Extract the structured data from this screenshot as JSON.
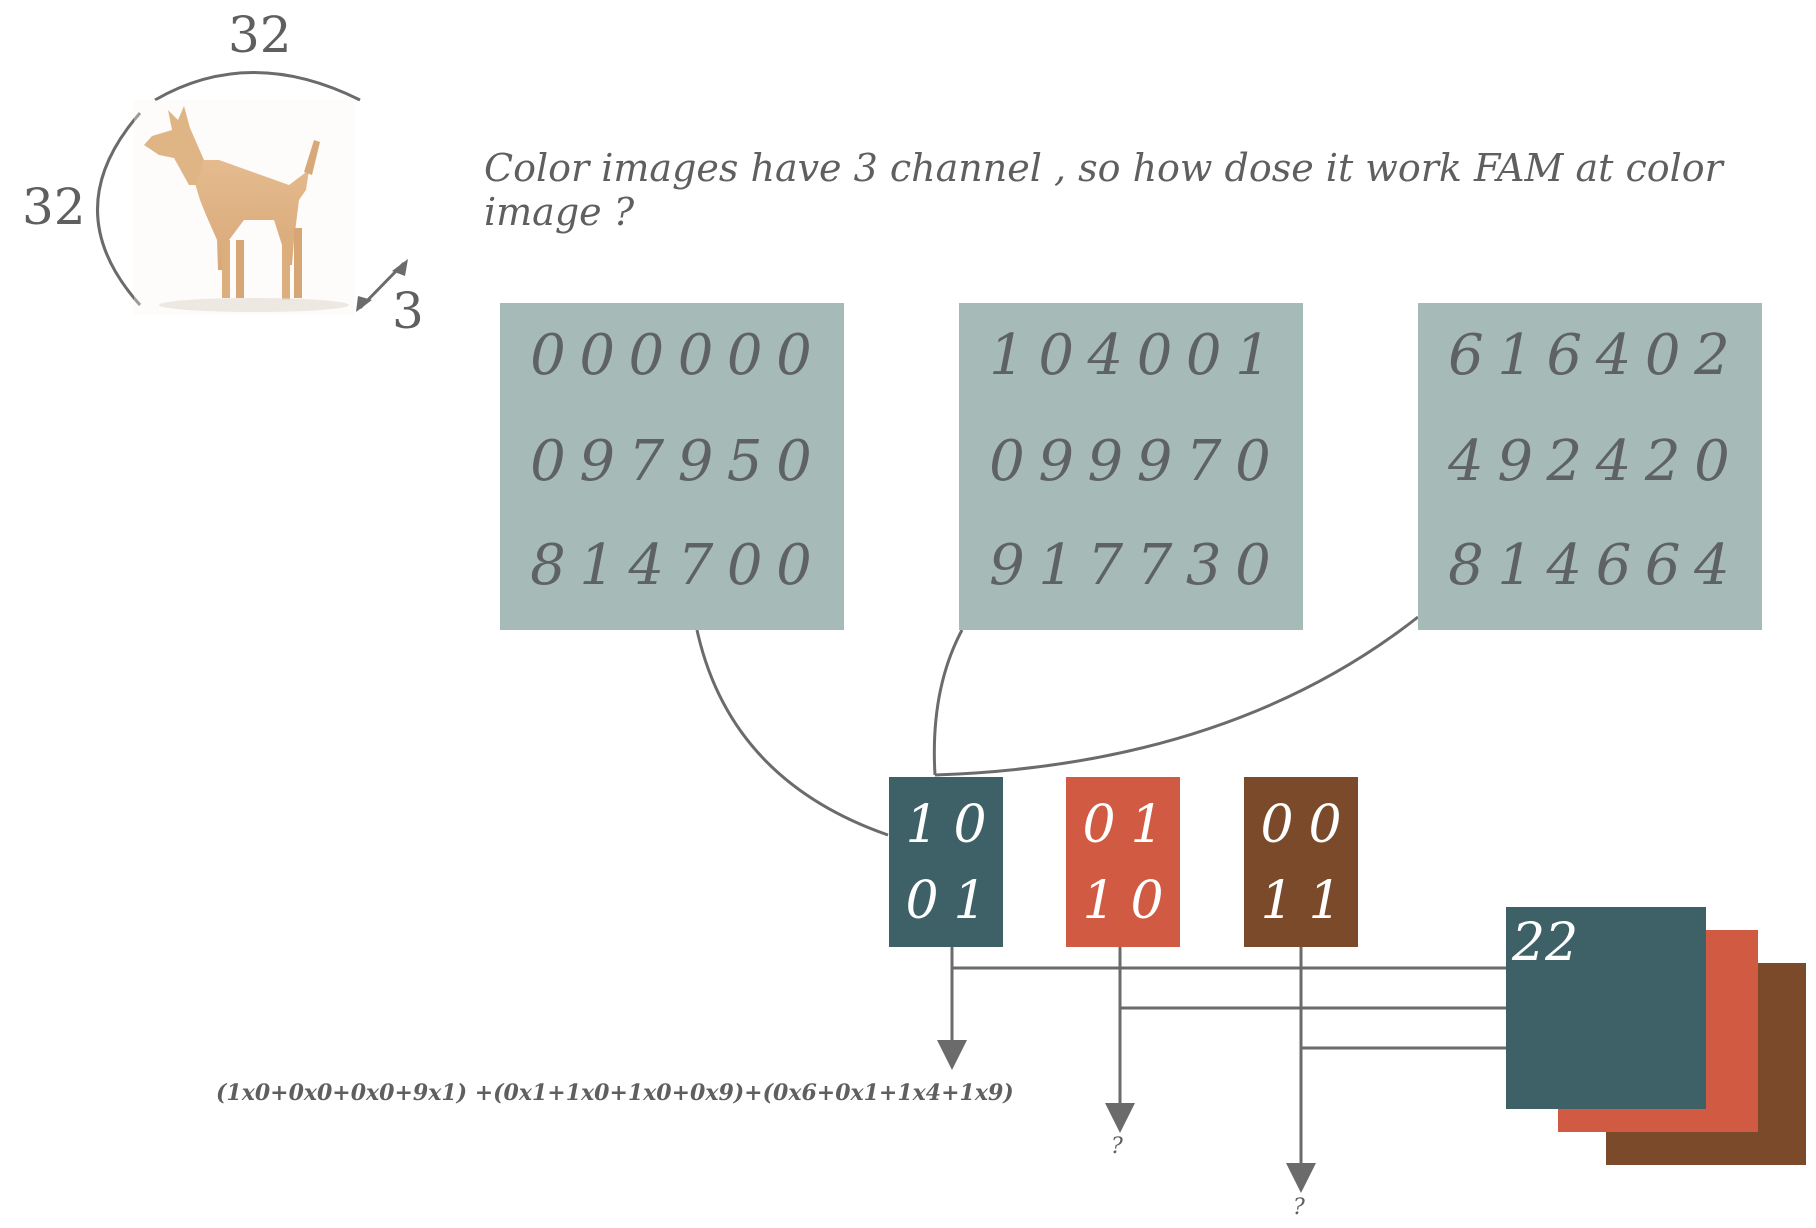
{
  "image_dims": {
    "width": "32",
    "height": "32",
    "depth": "3"
  },
  "question": "Color images have 3 channel , so how dose it work FAM at color image ?",
  "channels": [
    {
      "rows": [
        [
          "0",
          "0",
          "0",
          "0",
          "0",
          "0"
        ],
        [
          "0",
          "9",
          "7",
          "9",
          "5",
          "0"
        ],
        [
          "8",
          "1",
          "4",
          "7",
          "0",
          "0"
        ]
      ],
      "color": "#a6bab7"
    },
    {
      "rows": [
        [
          "1",
          "0",
          "4",
          "0",
          "0",
          "1"
        ],
        [
          "0",
          "9",
          "9",
          "9",
          "7",
          "0"
        ],
        [
          "9",
          "1",
          "7",
          "7",
          "3",
          "0"
        ]
      ],
      "color": "#a6bab7"
    },
    {
      "rows": [
        [
          "6",
          "1",
          "6",
          "4",
          "0",
          "2"
        ],
        [
          "4",
          "9",
          "2",
          "4",
          "2",
          "0"
        ],
        [
          "8",
          "1",
          "4",
          "6",
          "6",
          "4"
        ]
      ],
      "color": "#a6bab7"
    }
  ],
  "kernels": [
    {
      "rows": [
        [
          "1",
          "0"
        ],
        [
          "0",
          "1"
        ]
      ],
      "color": "#3d6167"
    },
    {
      "rows": [
        [
          "0",
          "1"
        ],
        [
          "1",
          "0"
        ]
      ],
      "color": "#d05a42"
    },
    {
      "rows": [
        [
          "0",
          "0"
        ],
        [
          "1",
          "1"
        ]
      ],
      "color": "#7a4a2a"
    }
  ],
  "output": {
    "value": "22",
    "colors": [
      "#3d6167",
      "#d05a42",
      "#7a4a2a"
    ]
  },
  "formula": "(1x0+0x0+0x0+9x1)  +(0x1+1x0+1x0+0x9)+(0x6+0x1+1x4+1x9)",
  "pending_results": [
    "?",
    "?"
  ],
  "line_color": "#6b6b6b"
}
